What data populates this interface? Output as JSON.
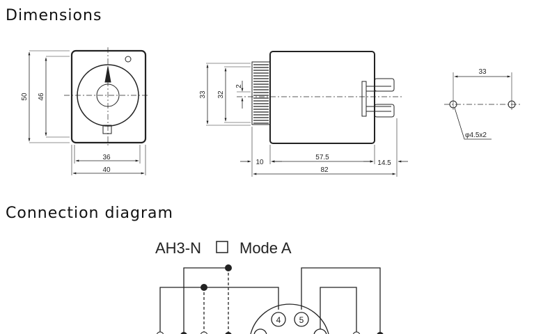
{
  "sections": {
    "dimensions_title": "Dimensions",
    "connection_title": "Connection diagram"
  },
  "front_view": {
    "height_outer": "50",
    "height_inner": "46",
    "width_inner": "36",
    "width_outer": "40"
  },
  "side_view": {
    "height_outer": "33",
    "height_inner": "32",
    "offset": "2",
    "knob_depth": "10",
    "body_length": "57.5",
    "pin_length": "14.5",
    "total_length": "82"
  },
  "mount_view": {
    "hole_spacing": "33",
    "hole_spec": "φ4.5x2"
  },
  "connection": {
    "mode_label": "AH3-N",
    "mode_suffix": "Mode A",
    "pin4": "4",
    "pin5": "5"
  }
}
